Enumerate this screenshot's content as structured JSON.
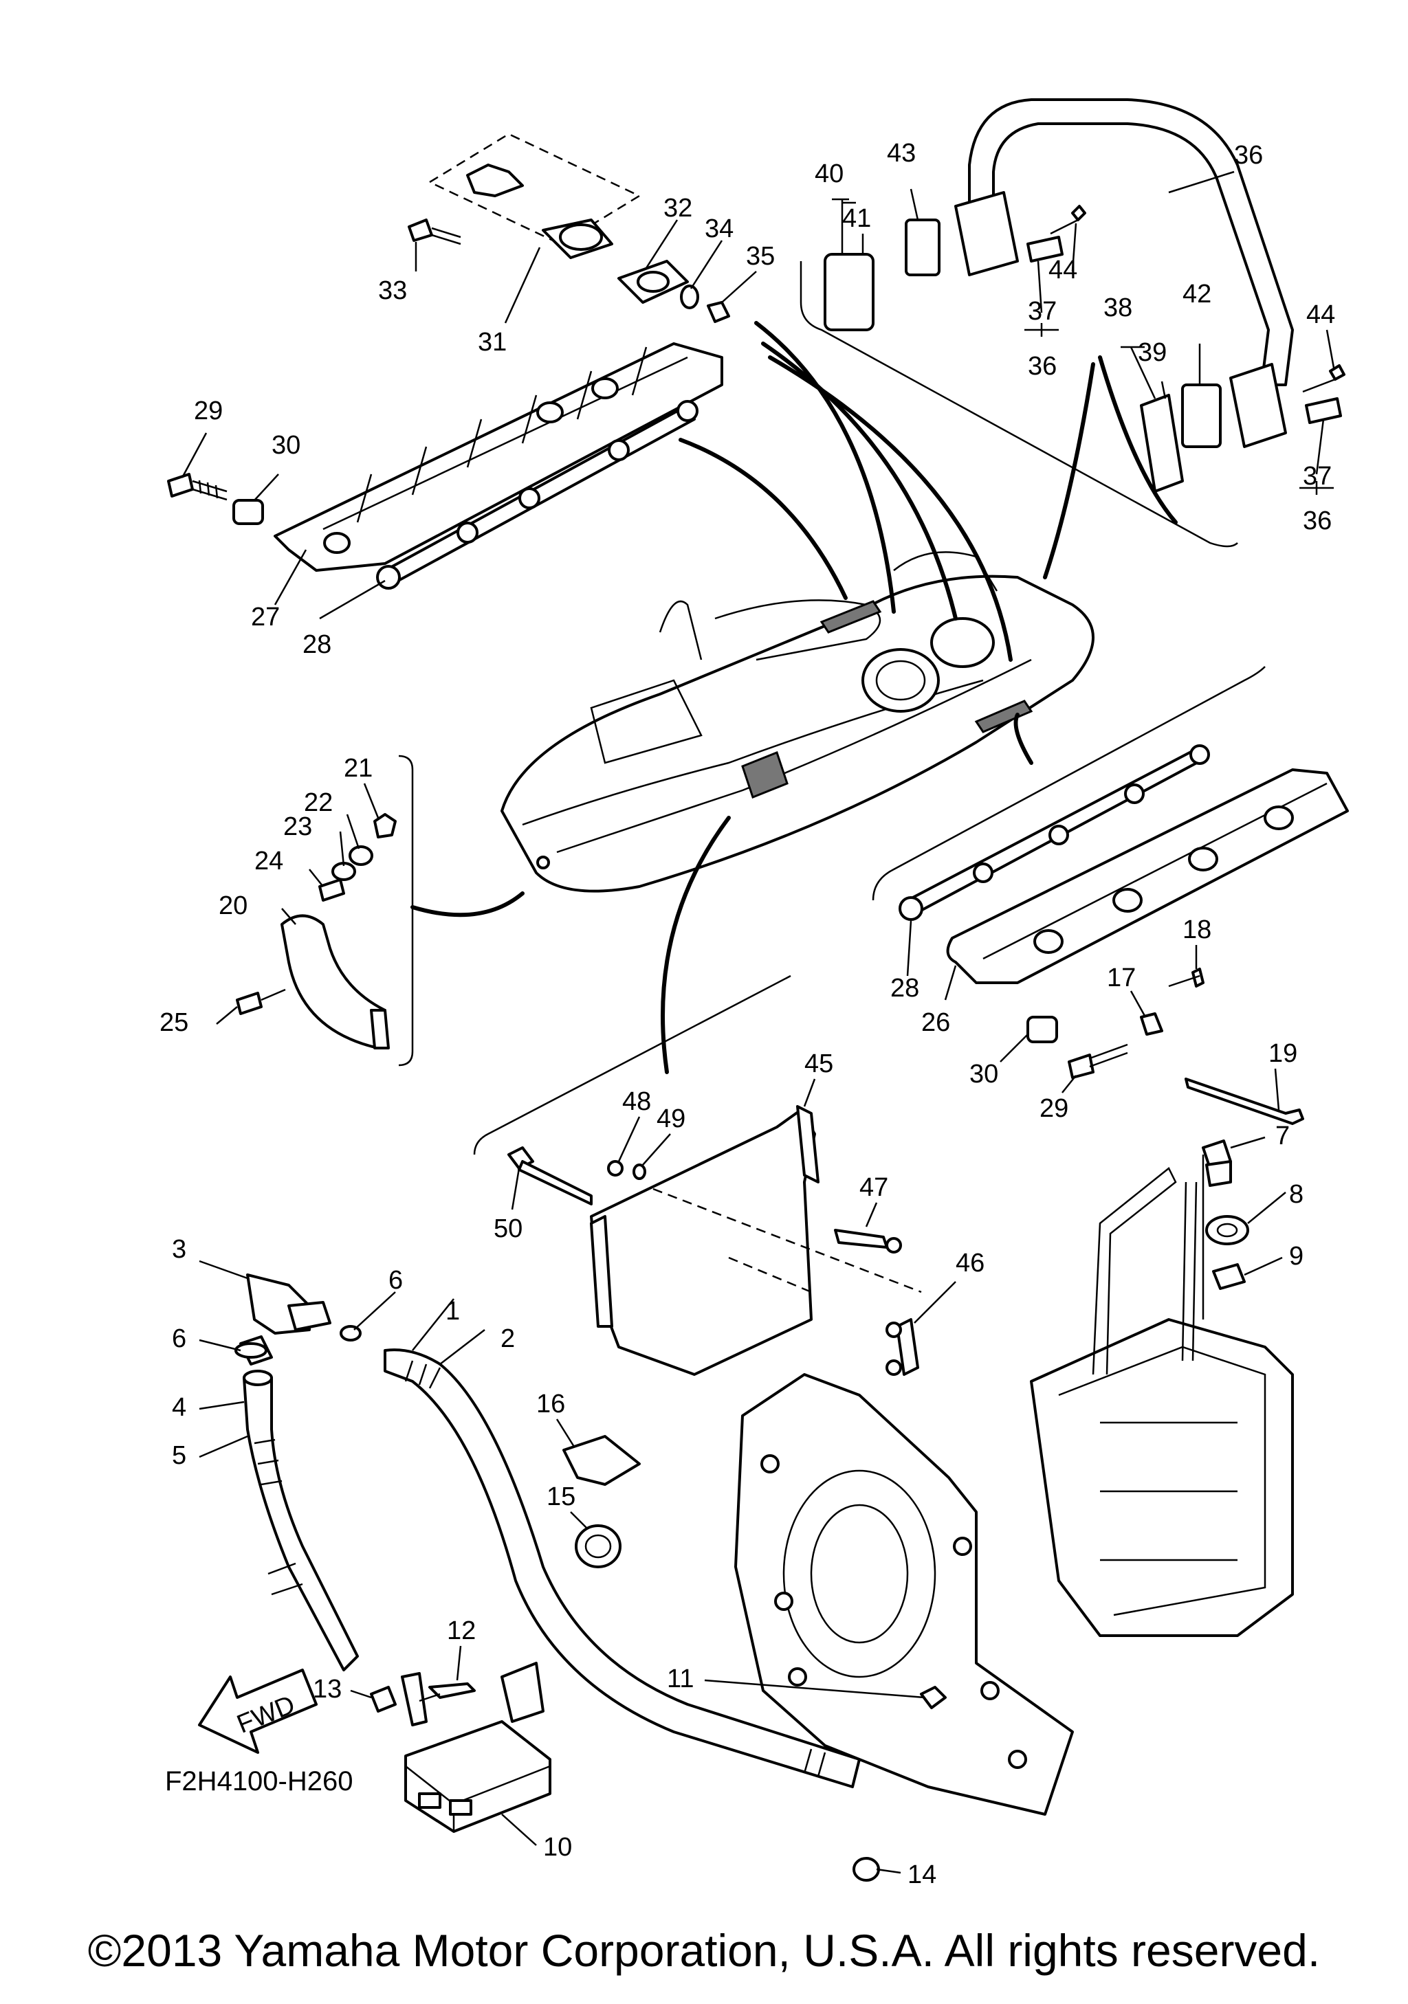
{
  "labels": [
    {
      "id": "l1",
      "text": "1"
    },
    {
      "id": "l2",
      "text": "2"
    },
    {
      "id": "l3",
      "text": "3"
    },
    {
      "id": "l4",
      "text": "4"
    },
    {
      "id": "l5",
      "text": "5"
    },
    {
      "id": "l6a",
      "text": "6"
    },
    {
      "id": "l6b",
      "text": "6"
    },
    {
      "id": "l7",
      "text": "7"
    },
    {
      "id": "l8",
      "text": "8"
    },
    {
      "id": "l9",
      "text": "9"
    },
    {
      "id": "l10",
      "text": "10"
    },
    {
      "id": "l11",
      "text": "11"
    },
    {
      "id": "l12",
      "text": "12"
    },
    {
      "id": "l13",
      "text": "13"
    },
    {
      "id": "l14",
      "text": "14"
    },
    {
      "id": "l15",
      "text": "15"
    },
    {
      "id": "l16",
      "text": "16"
    },
    {
      "id": "l17",
      "text": "17"
    },
    {
      "id": "l18",
      "text": "18"
    },
    {
      "id": "l19",
      "text": "19"
    },
    {
      "id": "l20",
      "text": "20"
    },
    {
      "id": "l21",
      "text": "21"
    },
    {
      "id": "l22",
      "text": "22"
    },
    {
      "id": "l23",
      "text": "23"
    },
    {
      "id": "l24",
      "text": "24"
    },
    {
      "id": "l25",
      "text": "25"
    },
    {
      "id": "l26",
      "text": "26"
    },
    {
      "id": "l27",
      "text": "27"
    },
    {
      "id": "l28a",
      "text": "28"
    },
    {
      "id": "l28b",
      "text": "28"
    },
    {
      "id": "l29a",
      "text": "29"
    },
    {
      "id": "l29b",
      "text": "29"
    },
    {
      "id": "l30a",
      "text": "30"
    },
    {
      "id": "l30b",
      "text": "30"
    },
    {
      "id": "l31",
      "text": "31"
    },
    {
      "id": "l32",
      "text": "32"
    },
    {
      "id": "l33",
      "text": "33"
    },
    {
      "id": "l34",
      "text": "34"
    },
    {
      "id": "l35",
      "text": "35"
    },
    {
      "id": "l36a",
      "text": "36"
    },
    {
      "id": "l36b",
      "text": "36"
    },
    {
      "id": "l36c",
      "text": "36"
    },
    {
      "id": "l37a",
      "text": "37"
    },
    {
      "id": "l37b",
      "text": "37"
    },
    {
      "id": "l38",
      "text": "38"
    },
    {
      "id": "l39",
      "text": "39"
    },
    {
      "id": "l40",
      "text": "40"
    },
    {
      "id": "l41",
      "text": "41"
    },
    {
      "id": "l42",
      "text": "42"
    },
    {
      "id": "l43",
      "text": "43"
    },
    {
      "id": "l44a",
      "text": "44"
    },
    {
      "id": "l44b",
      "text": "44"
    },
    {
      "id": "l45",
      "text": "45"
    },
    {
      "id": "l46",
      "text": "46"
    },
    {
      "id": "l47",
      "text": "47"
    },
    {
      "id": "l48",
      "text": "48"
    },
    {
      "id": "l49",
      "text": "49"
    },
    {
      "id": "l50",
      "text": "50"
    }
  ],
  "fwd_label": "FWD",
  "diagram_code": "F2H4100-H260",
  "copyright": "©2013 Yamaha Motor Corporation, U.S.A. All rights reserved."
}
